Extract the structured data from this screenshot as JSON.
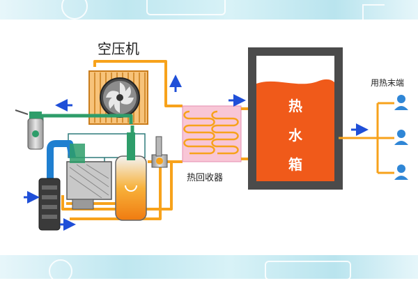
{
  "labels": {
    "compressor": "空压机",
    "heat_recovery": "热回收器",
    "hot_water_tank": [
      "热",
      "水",
      "箱"
    ],
    "heat_users": "用热末端"
  },
  "colors": {
    "oil_line": "#f7a21b",
    "air_line": "#2e9d6a",
    "water_fill": "#f05a1a",
    "tank_border": "#4b4b4b",
    "arrow": "#1f4fd8",
    "user_icon": "#2f86d6",
    "exchanger_fill": "#f8c6d6"
  },
  "icons": {
    "fan": "fan-icon",
    "user": "user-icon",
    "arrow": "flow-arrow-icon"
  }
}
